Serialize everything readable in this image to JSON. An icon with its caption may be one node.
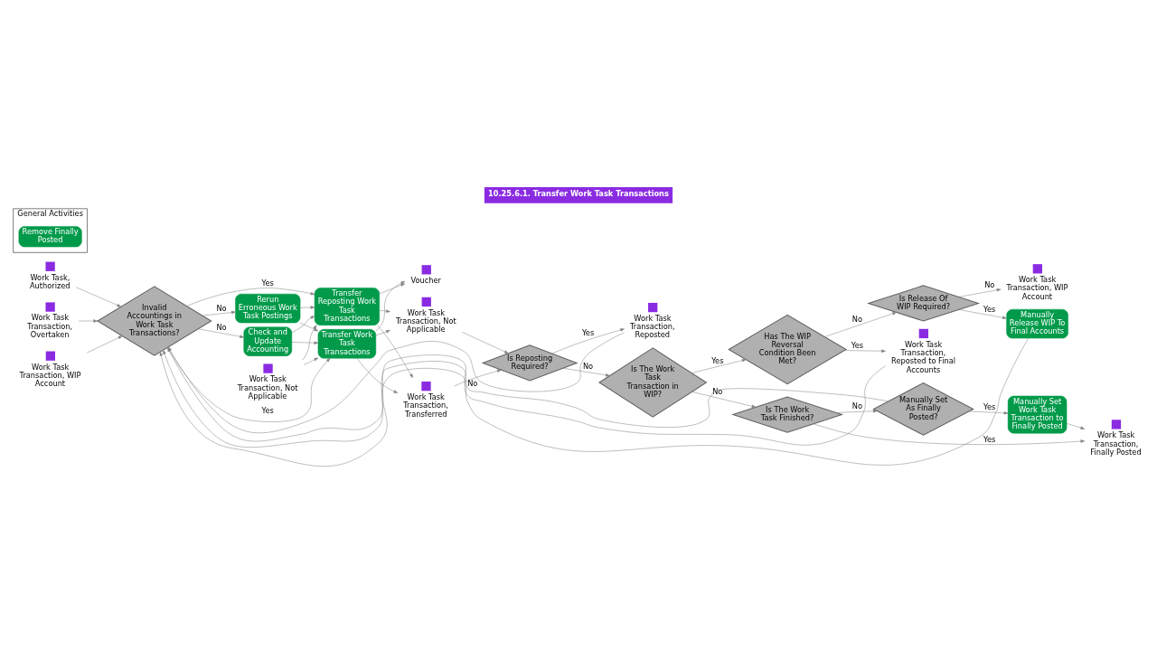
{
  "diagram": {
    "title": "10.25.6.1. Transfer Work Task Transactions",
    "nodes": [
      {
        "text": [
          "Work Task, Authorized"
        ]
      },
      {
        "text": [
          "Work Task Transaction, Overtaken"
        ]
      },
      {
        "text": [
          "Work Task Transaction, WIP Account"
        ]
      },
      {
        "text": [
          "Invalid Accountings in Work Task Transactions?"
        ]
      },
      {
        "text": [
          "Rerun Erroneous Work Task Postings"
        ]
      },
      {
        "text": [
          "Check and Update Accounting"
        ]
      },
      {
        "text": [
          "Transfer Work Task Transactions"
        ]
      },
      {
        "text": [
          "Transfer Reposting Work Task Transactions"
        ]
      },
      {
        "text": [
          "Work Task Transaction, Not Applicable"
        ]
      },
      {
        "text": [
          "Voucher"
        ]
      },
      {
        "text": [
          "Work Task Transaction, Transferred"
        ]
      },
      {
        "text": [
          "Work Task Transaction, Not Applicable"
        ]
      },
      {
        "text": [
          "Is Reposting Required?"
        ]
      },
      {
        "text": [
          "Work Task Transaction, Reposted"
        ]
      },
      {
        "text": [
          "Is The Work Task Transaction in WIP?"
        ]
      },
      {
        "text": [
          "Is The Work Task Finished?"
        ]
      },
      {
        "text": [
          "Manually Set As Finally Posted?"
        ]
      },
      {
        "text": [
          "Manually Set Work Task Transaction to Finally Posted"
        ]
      },
      {
        "text": [
          "Work Task Transaction, Finally Posted"
        ]
      },
      {
        "text": [
          "Has The WIP Reversal Condition Been Met?"
        ]
      },
      {
        "text": [
          "Work Task Transaction, Reposted to Final Accounts"
        ]
      },
      {
        "text": [
          "Is Release Of WIP Required?"
        ]
      },
      {
        "text": [
          "Manually Release WIP To Final Accounts"
        ]
      },
      {
        "text": [
          "Work Task Transaction, WIP Account"
        ]
      },
      {
        "text": [
          "General Activities"
        ]
      },
      {
        "text": [
          "Remove Finally Posted"
        ],
        "in": 24
      }
    ],
    "edges": [
      {
        "from": 0,
        "to": 3,
        "arrow": "to"
      },
      {
        "from": 1,
        "to": 3,
        "arrow": "to"
      },
      {
        "from": 2,
        "to": 3,
        "arrow": "to"
      },
      {
        "from": 3,
        "to": 4,
        "label": "No",
        "arrow": "to"
      },
      {
        "from": 3,
        "to": 5,
        "label": "No",
        "arrow": "to"
      },
      {
        "from": 3,
        "to": 6,
        "label": "Yes",
        "arrow": "to"
      },
      {
        "from": 3,
        "to": 7,
        "label": "Yes",
        "arrow": "to"
      },
      {
        "from": 4,
        "to": 6,
        "arrow": "to"
      },
      {
        "from": 4,
        "to": 7,
        "arrow": "to"
      },
      {
        "from": 5,
        "to": 6,
        "arrow": "to"
      },
      {
        "from": 5,
        "to": 7,
        "arrow": "to"
      },
      {
        "from": 11,
        "to": 6,
        "arrow": "to"
      },
      {
        "from": 11,
        "to": 7,
        "arrow": "to"
      },
      {
        "from": 6,
        "to": 9,
        "arrow": "to"
      },
      {
        "from": 6,
        "to": 10,
        "arrow": "to"
      },
      {
        "from": 6,
        "to": 8,
        "arrow": "to"
      },
      {
        "from": 7,
        "to": 9,
        "arrow": "to"
      },
      {
        "from": 7,
        "to": 10,
        "arrow": "to"
      },
      {
        "from": 7,
        "to": 8,
        "arrow": "to"
      },
      {
        "from": 10,
        "to": 12,
        "arrow": "to"
      },
      {
        "from": 8,
        "to": 12,
        "arrow": "to"
      },
      {
        "from": 12,
        "to": 14,
        "label": "No",
        "arrow": "to"
      },
      {
        "from": 12,
        "to": 13,
        "label": "Yes",
        "arrow": "to"
      },
      {
        "from": 14,
        "to": 15,
        "label": "No",
        "arrow": "to"
      },
      {
        "from": 14,
        "to": 19,
        "label": "Yes",
        "arrow": "to"
      },
      {
        "from": 15,
        "to": 18,
        "label": "Yes",
        "arrow": "to"
      },
      {
        "from": 15,
        "to": 16,
        "label": "No",
        "arrow": "to"
      },
      {
        "from": 16,
        "to": 17,
        "label": "Yes",
        "arrow": "to"
      },
      {
        "from": 16,
        "to": 3,
        "label": "No",
        "arrow": "to"
      },
      {
        "from": 17,
        "to": 18,
        "arrow": "to"
      },
      {
        "from": 19,
        "to": 21,
        "label": "No",
        "arrow": "to"
      },
      {
        "from": 19,
        "to": 20,
        "label": "Yes",
        "arrow": "to"
      },
      {
        "from": 21,
        "to": 22,
        "label": "Yes",
        "arrow": "to"
      },
      {
        "from": 21,
        "to": 23,
        "label": "No",
        "arrow": "to"
      },
      {
        "from": 13,
        "to": 3,
        "arrow": "to"
      },
      {
        "from": 20,
        "to": 3,
        "arrow": "to"
      },
      {
        "from": 22,
        "to": 3,
        "arrow": "to"
      }
    ]
  }
}
